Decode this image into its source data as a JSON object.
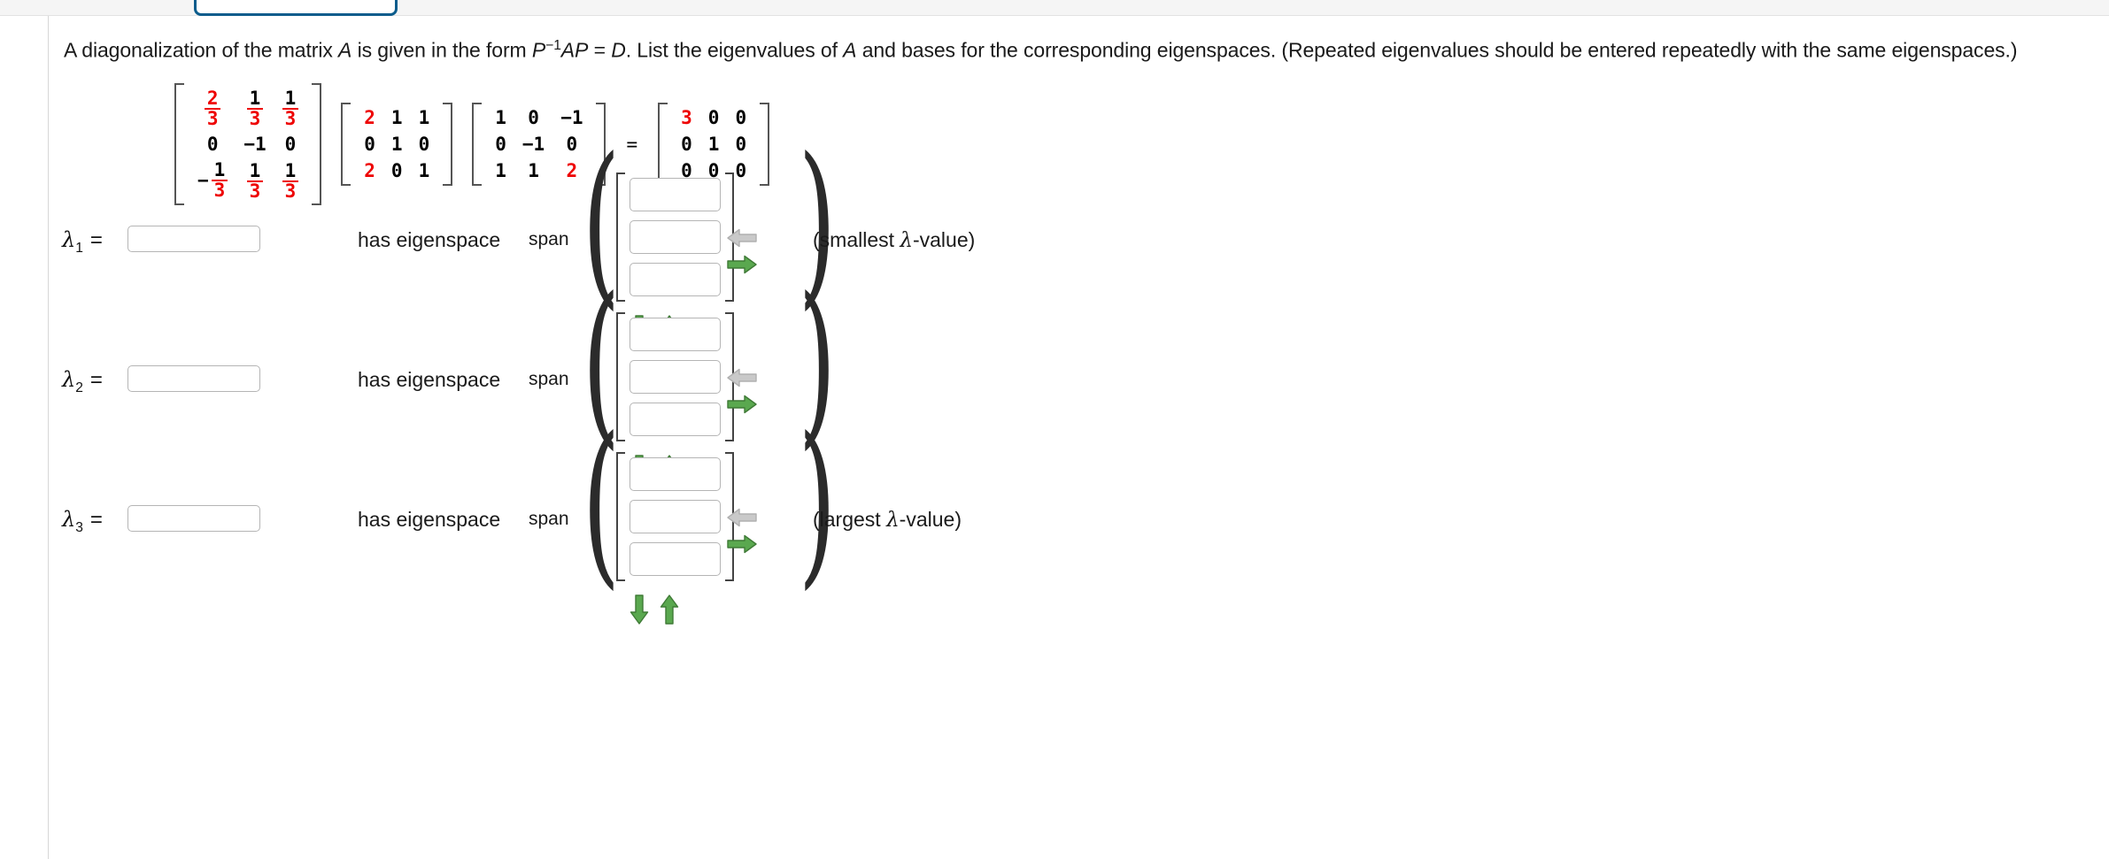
{
  "page": {
    "background": "#ffffff",
    "accent_blue": "#0b5c8c",
    "red": "#ee0000",
    "green": "#5aa84f",
    "grey_arrow": "#c9c9c9"
  },
  "question": {
    "prefix": "A diagonalization of the matrix ",
    "var_a1": "A",
    "mid1": " is given in the form ",
    "var_p": "P",
    "exp": "−1",
    "var_ap": "AP",
    "eq": " = ",
    "var_d": "D",
    "mid2": ". List the eigenvalues of ",
    "var_a2": "A",
    "suffix": " and bases for the corresponding eigenspaces. (Repeated eigenvalues should be entered repeatedly with the same eigenspaces.)",
    "full_text": "A diagonalization of the matrix A is given in the form P−1AP = D. List the eigenvalues of A and bases for the corresponding eigenspaces. (Repeated eigenvalues should be entered repeatedly with the same eigenspaces.)"
  },
  "equation": {
    "equals_symbol": "=",
    "matrices": [
      {
        "name": "P-inverse",
        "rows": [
          [
            {
              "type": "frac",
              "num": "2",
              "den": "3",
              "num_red": true,
              "den_red": true,
              "neg": false
            },
            {
              "type": "frac",
              "num": "1",
              "den": "3",
              "num_red": false,
              "den_red": true,
              "neg": false
            },
            {
              "type": "frac",
              "num": "1",
              "den": "3",
              "num_red": false,
              "den_red": true,
              "neg": false
            }
          ],
          [
            {
              "type": "int",
              "value": "0",
              "red": false
            },
            {
              "type": "int",
              "value": "−1",
              "red": false
            },
            {
              "type": "int",
              "value": "0",
              "red": false
            }
          ],
          [
            {
              "type": "frac",
              "num": "1",
              "den": "3",
              "num_red": false,
              "den_red": true,
              "neg": true
            },
            {
              "type": "frac",
              "num": "1",
              "den": "3",
              "num_red": false,
              "den_red": true,
              "neg": false
            },
            {
              "type": "frac",
              "num": "1",
              "den": "3",
              "num_red": false,
              "den_red": true,
              "neg": false
            }
          ]
        ]
      },
      {
        "name": "A",
        "rows": [
          [
            {
              "type": "int",
              "value": "2",
              "red": true
            },
            {
              "type": "int",
              "value": "1",
              "red": false
            },
            {
              "type": "int",
              "value": "1",
              "red": false
            }
          ],
          [
            {
              "type": "int",
              "value": "0",
              "red": false
            },
            {
              "type": "int",
              "value": "1",
              "red": false
            },
            {
              "type": "int",
              "value": "0",
              "red": false
            }
          ],
          [
            {
              "type": "int",
              "value": "2",
              "red": true
            },
            {
              "type": "int",
              "value": "0",
              "red": false
            },
            {
              "type": "int",
              "value": "1",
              "red": false
            }
          ]
        ]
      },
      {
        "name": "P",
        "rows": [
          [
            {
              "type": "int",
              "value": "1",
              "red": false
            },
            {
              "type": "int",
              "value": "0",
              "red": false
            },
            {
              "type": "int",
              "value": "−1",
              "red": false
            }
          ],
          [
            {
              "type": "int",
              "value": "0",
              "red": false
            },
            {
              "type": "int",
              "value": "−1",
              "red": false
            },
            {
              "type": "int",
              "value": "0",
              "red": false
            }
          ],
          [
            {
              "type": "int",
              "value": "1",
              "red": false
            },
            {
              "type": "int",
              "value": "1",
              "red": false
            },
            {
              "type": "int",
              "value": "2",
              "red": true
            }
          ]
        ]
      },
      {
        "name": "D",
        "rows": [
          [
            {
              "type": "int",
              "value": "3",
              "red": true
            },
            {
              "type": "int",
              "value": "0",
              "red": false
            },
            {
              "type": "int",
              "value": "0",
              "red": false
            }
          ],
          [
            {
              "type": "int",
              "value": "0",
              "red": false
            },
            {
              "type": "int",
              "value": "1",
              "red": false
            },
            {
              "type": "int",
              "value": "0",
              "red": false
            }
          ],
          [
            {
              "type": "int",
              "value": "0",
              "red": false
            },
            {
              "type": "int",
              "value": "0",
              "red": false
            },
            {
              "type": "int",
              "value": "0",
              "red": false
            }
          ]
        ]
      }
    ]
  },
  "eigen_rows": [
    {
      "lambda_symbol": "λ",
      "subscript": "1",
      "equals": "=",
      "lambda_value": "",
      "lambda_placeholder": "",
      "has_eigenspace_label": "has eigenspace",
      "span_label": "span",
      "vector_values": [
        "",
        "",
        ""
      ],
      "note": "(smallest λ-value)",
      "arrows": {
        "left": "left-arrow-icon",
        "right": "right-arrow-icon",
        "down": "down-arrow-icon",
        "up": "up-arrow-icon",
        "left_enabled": false,
        "right_enabled": true
      }
    },
    {
      "lambda_symbol": "λ",
      "subscript": "2",
      "equals": "=",
      "lambda_value": "",
      "lambda_placeholder": "",
      "has_eigenspace_label": "has eigenspace",
      "span_label": "span",
      "vector_values": [
        "",
        "",
        ""
      ],
      "note": "",
      "arrows": {
        "left": "left-arrow-icon",
        "right": "right-arrow-icon",
        "down": "down-arrow-icon",
        "up": "up-arrow-icon",
        "left_enabled": false,
        "right_enabled": true
      }
    },
    {
      "lambda_symbol": "λ",
      "subscript": "3",
      "equals": "=",
      "lambda_value": "",
      "lambda_placeholder": "",
      "has_eigenspace_label": "has eigenspace",
      "span_label": "span",
      "vector_values": [
        "",
        "",
        ""
      ],
      "note": "(largest λ-value)",
      "arrows": {
        "left": "left-arrow-icon",
        "right": "right-arrow-icon",
        "down": "down-arrow-icon",
        "up": "up-arrow-icon",
        "left_enabled": false,
        "right_enabled": true
      }
    }
  ]
}
